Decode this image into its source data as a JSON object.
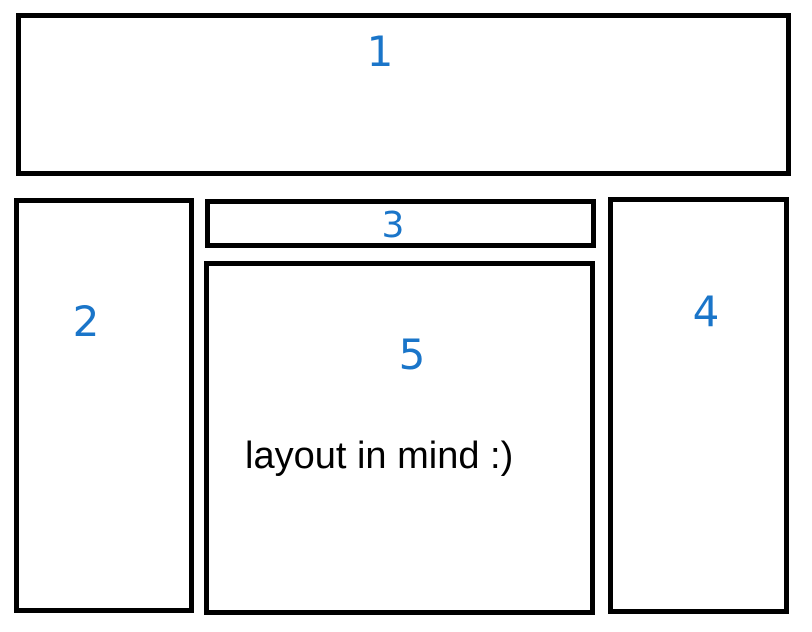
{
  "regions": [
    {
      "label": "1"
    },
    {
      "label": "2"
    },
    {
      "label": "3"
    },
    {
      "label": "4"
    },
    {
      "label": "5"
    }
  ],
  "caption": "layout in mind :)",
  "colors": {
    "border": "#000000",
    "label": "#1a75c9",
    "caption": "#000000",
    "background": "#ffffff"
  }
}
